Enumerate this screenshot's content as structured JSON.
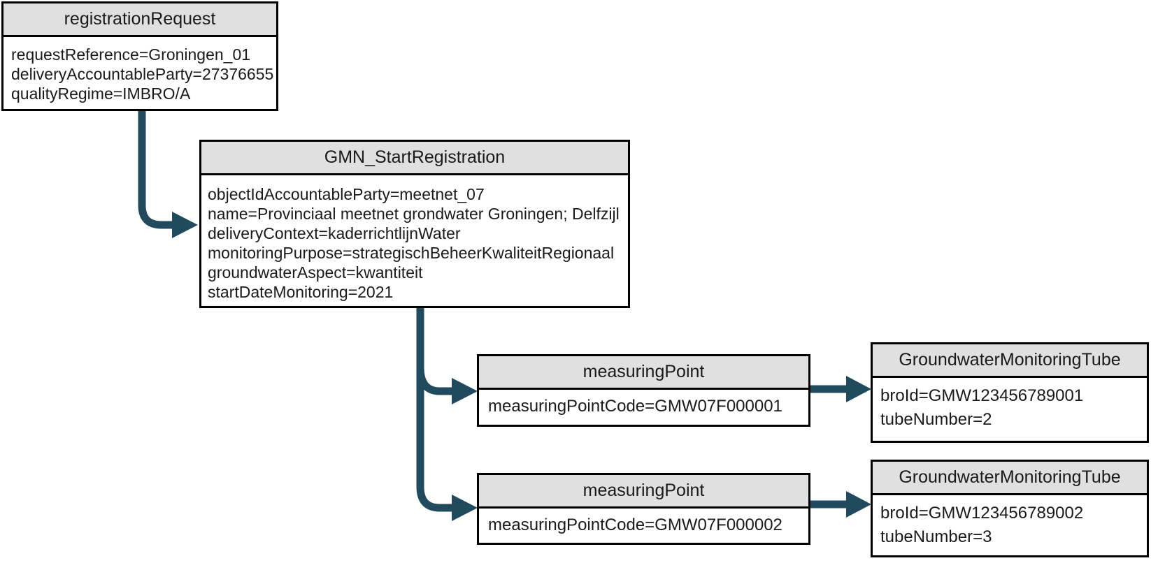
{
  "diagram": {
    "colors": {
      "arrow": "#214a5e",
      "header_fill": "#e0e0e0",
      "border": "#000000",
      "background": "#ffffff"
    },
    "nodes": [
      {
        "title": "registrationRequest",
        "fields": [
          "requestReference=Groningen_01",
          "deliveryAccountableParty=27376655",
          "qualityRegime=IMBRO/A"
        ]
      },
      {
        "title": "GMN_StartRegistration",
        "fields": [
          "objectIdAccountableParty=meetnet_07",
          "name=Provinciaal meetnet grondwater Groningen; Delfzijl",
          "deliveryContext=kaderrichtlijnWater",
          "monitoringPurpose=strategischBeheerKwaliteitRegionaal",
          "groundwaterAspect=kwantiteit",
          "startDateMonitoring=2021"
        ]
      },
      {
        "title": "measuringPoint",
        "fields": [
          "measuringPointCode=GMW07F000001"
        ]
      },
      {
        "title": "measuringPoint",
        "fields": [
          "measuringPointCode=GMW07F000002"
        ]
      },
      {
        "title": "GroundwaterMonitoringTube",
        "fields": [
          "broId=GMW123456789001",
          "tubeNumber=2"
        ]
      },
      {
        "title": "GroundwaterMonitoringTube",
        "fields": [
          "broId=GMW123456789002",
          "tubeNumber=3"
        ]
      }
    ]
  }
}
